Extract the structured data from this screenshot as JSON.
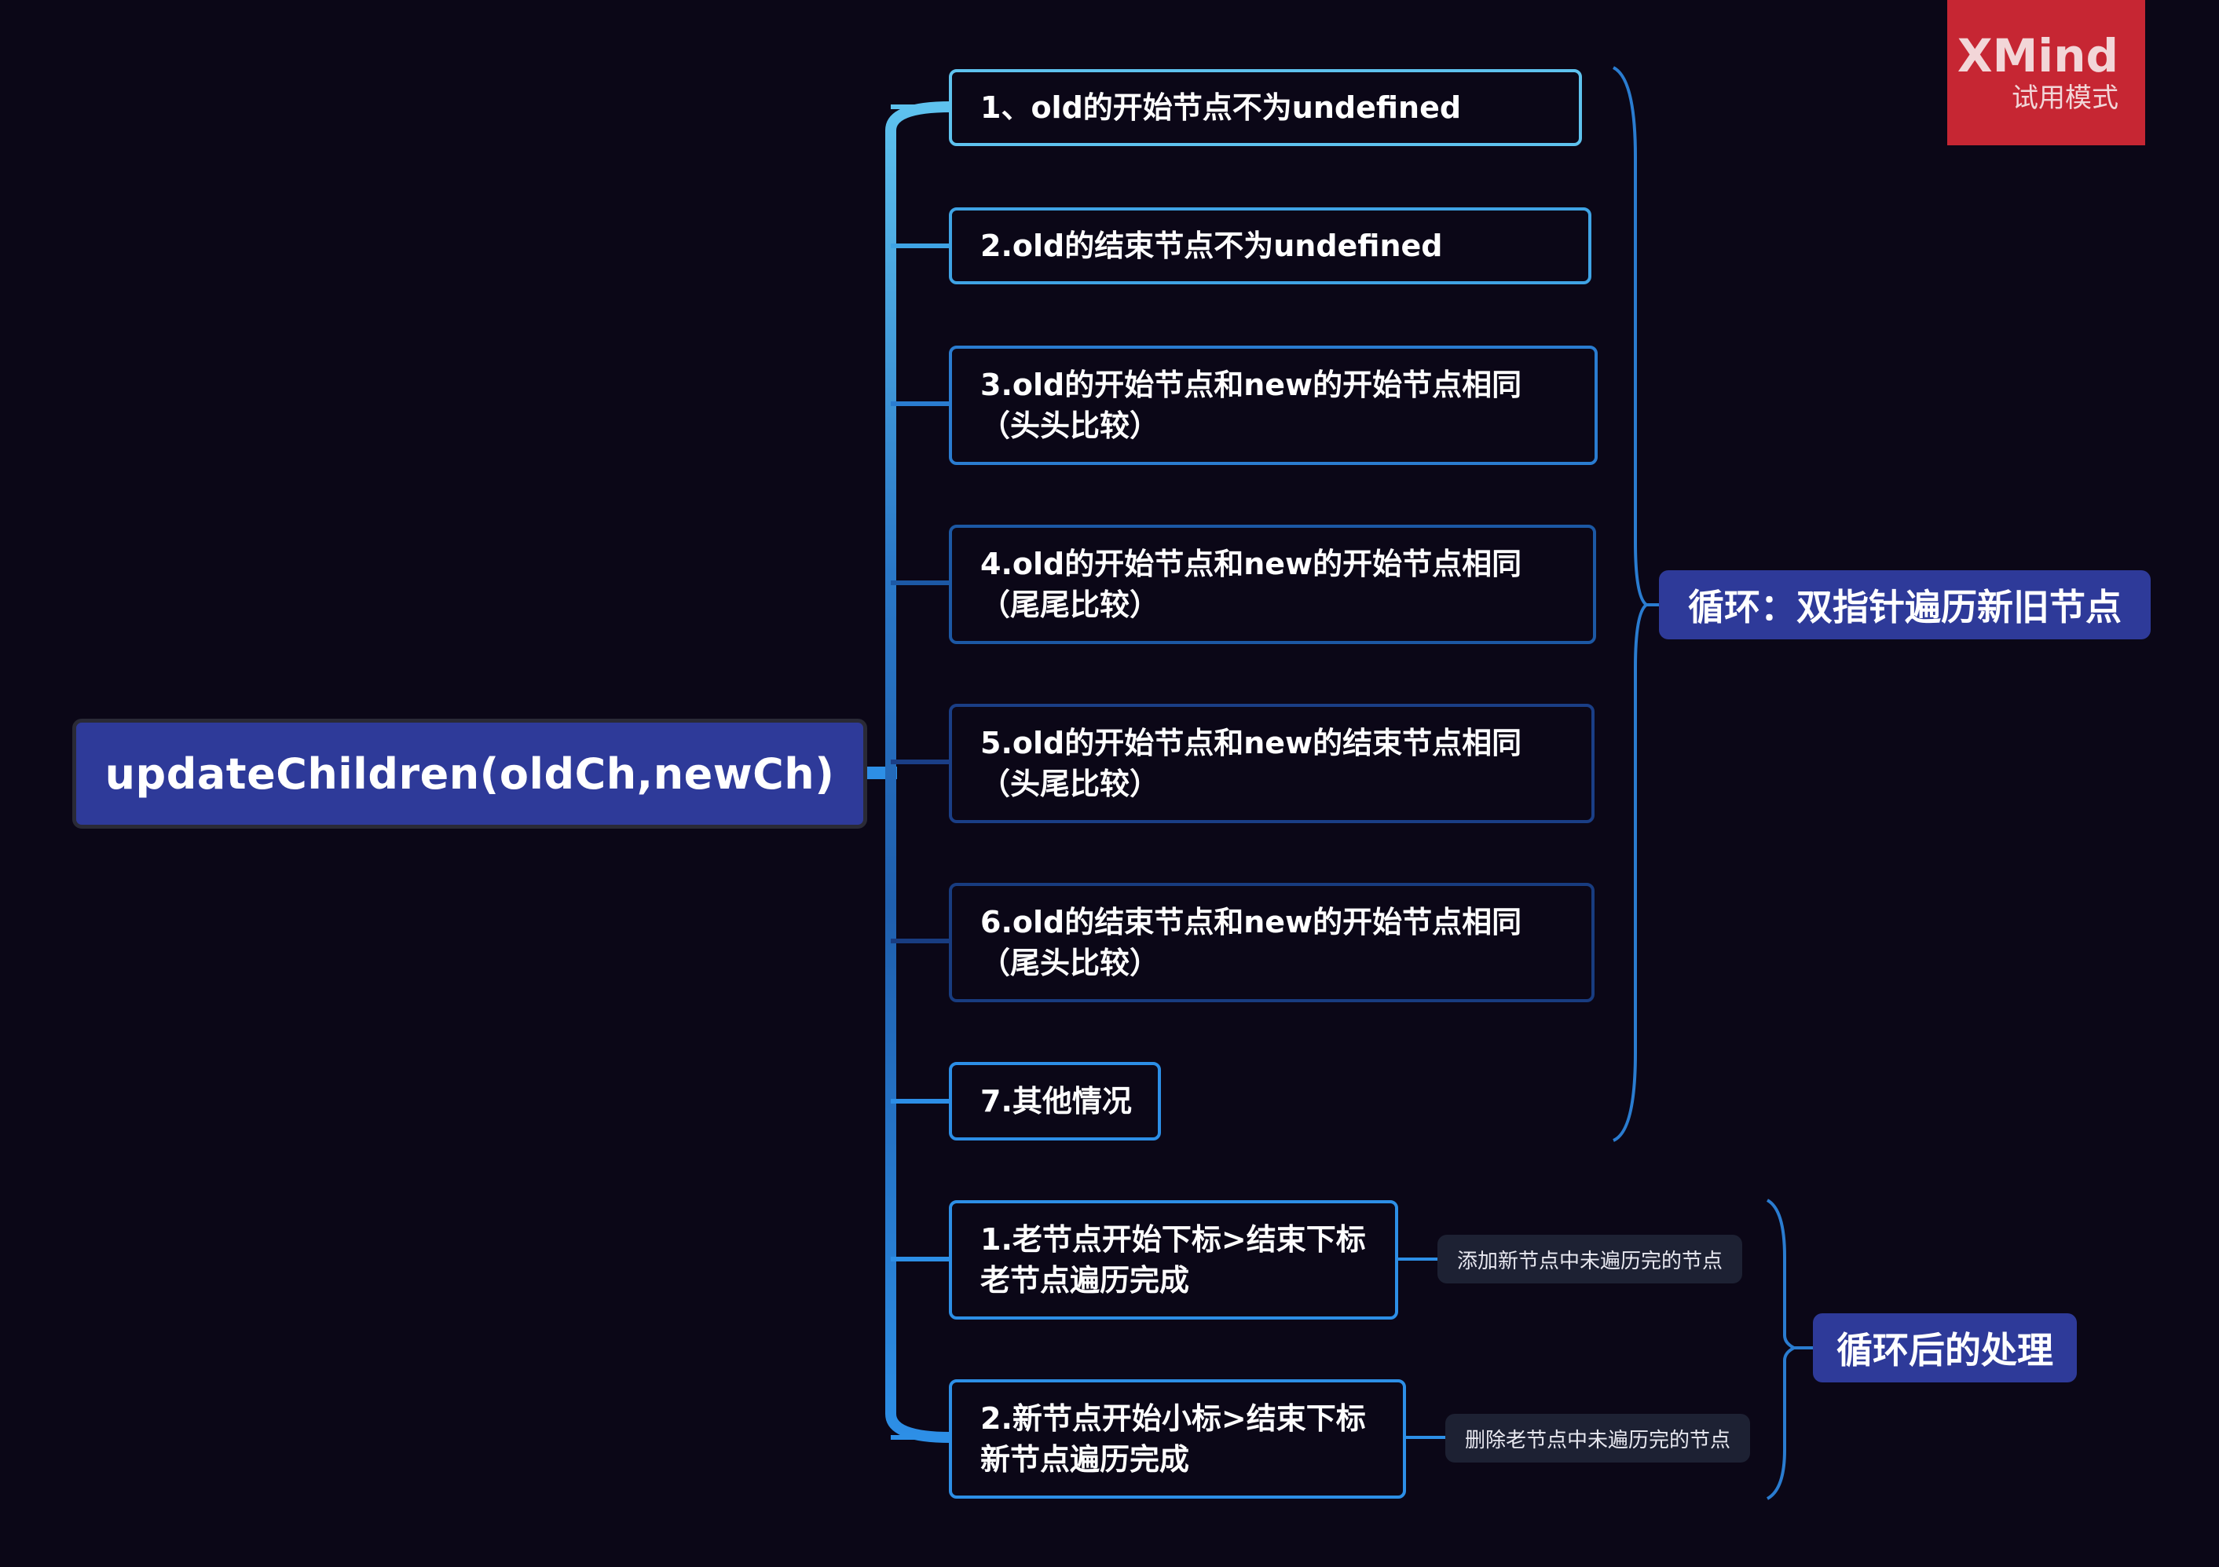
{
  "root": {
    "label": "updateChildren(oldCh,newCh)"
  },
  "loop_conditions": [
    {
      "label": "1、old的开始节点不为undefined"
    },
    {
      "label": "2.old的结束节点不为undefined"
    },
    {
      "label": "3.old的开始节点和new的开始节点相同\n（头头比较）"
    },
    {
      "label": "4.old的开始节点和new的开始节点相同\n（尾尾比较）"
    },
    {
      "label": "5.old的开始节点和new的结束节点相同\n（头尾比较）"
    },
    {
      "label": "6.old的结束节点和new的开始节点相同\n（尾头比较）"
    },
    {
      "label": "7.其他情况"
    }
  ],
  "post_loop": [
    {
      "label": "1.老节点开始下标>结束下标\n老节点遍历完成",
      "note": "添加新节点中未遍历完的节点"
    },
    {
      "label": "2.新节点开始小标>结束下标\n新节点遍历完成",
      "note": "删除老节点中未遍历完的节点"
    }
  ],
  "summaries": {
    "loop": "循环：双指针遍历新旧节点",
    "after": "循环后的处理"
  },
  "watermark": {
    "brand": "XMind",
    "sub": "试用模式"
  },
  "colors": {
    "background": "#0b0717",
    "root_fill": "#2e3a99",
    "summary_fill": "#2e3a99",
    "note_fill": "#1d2133",
    "watermark_fill": "#c62633"
  }
}
